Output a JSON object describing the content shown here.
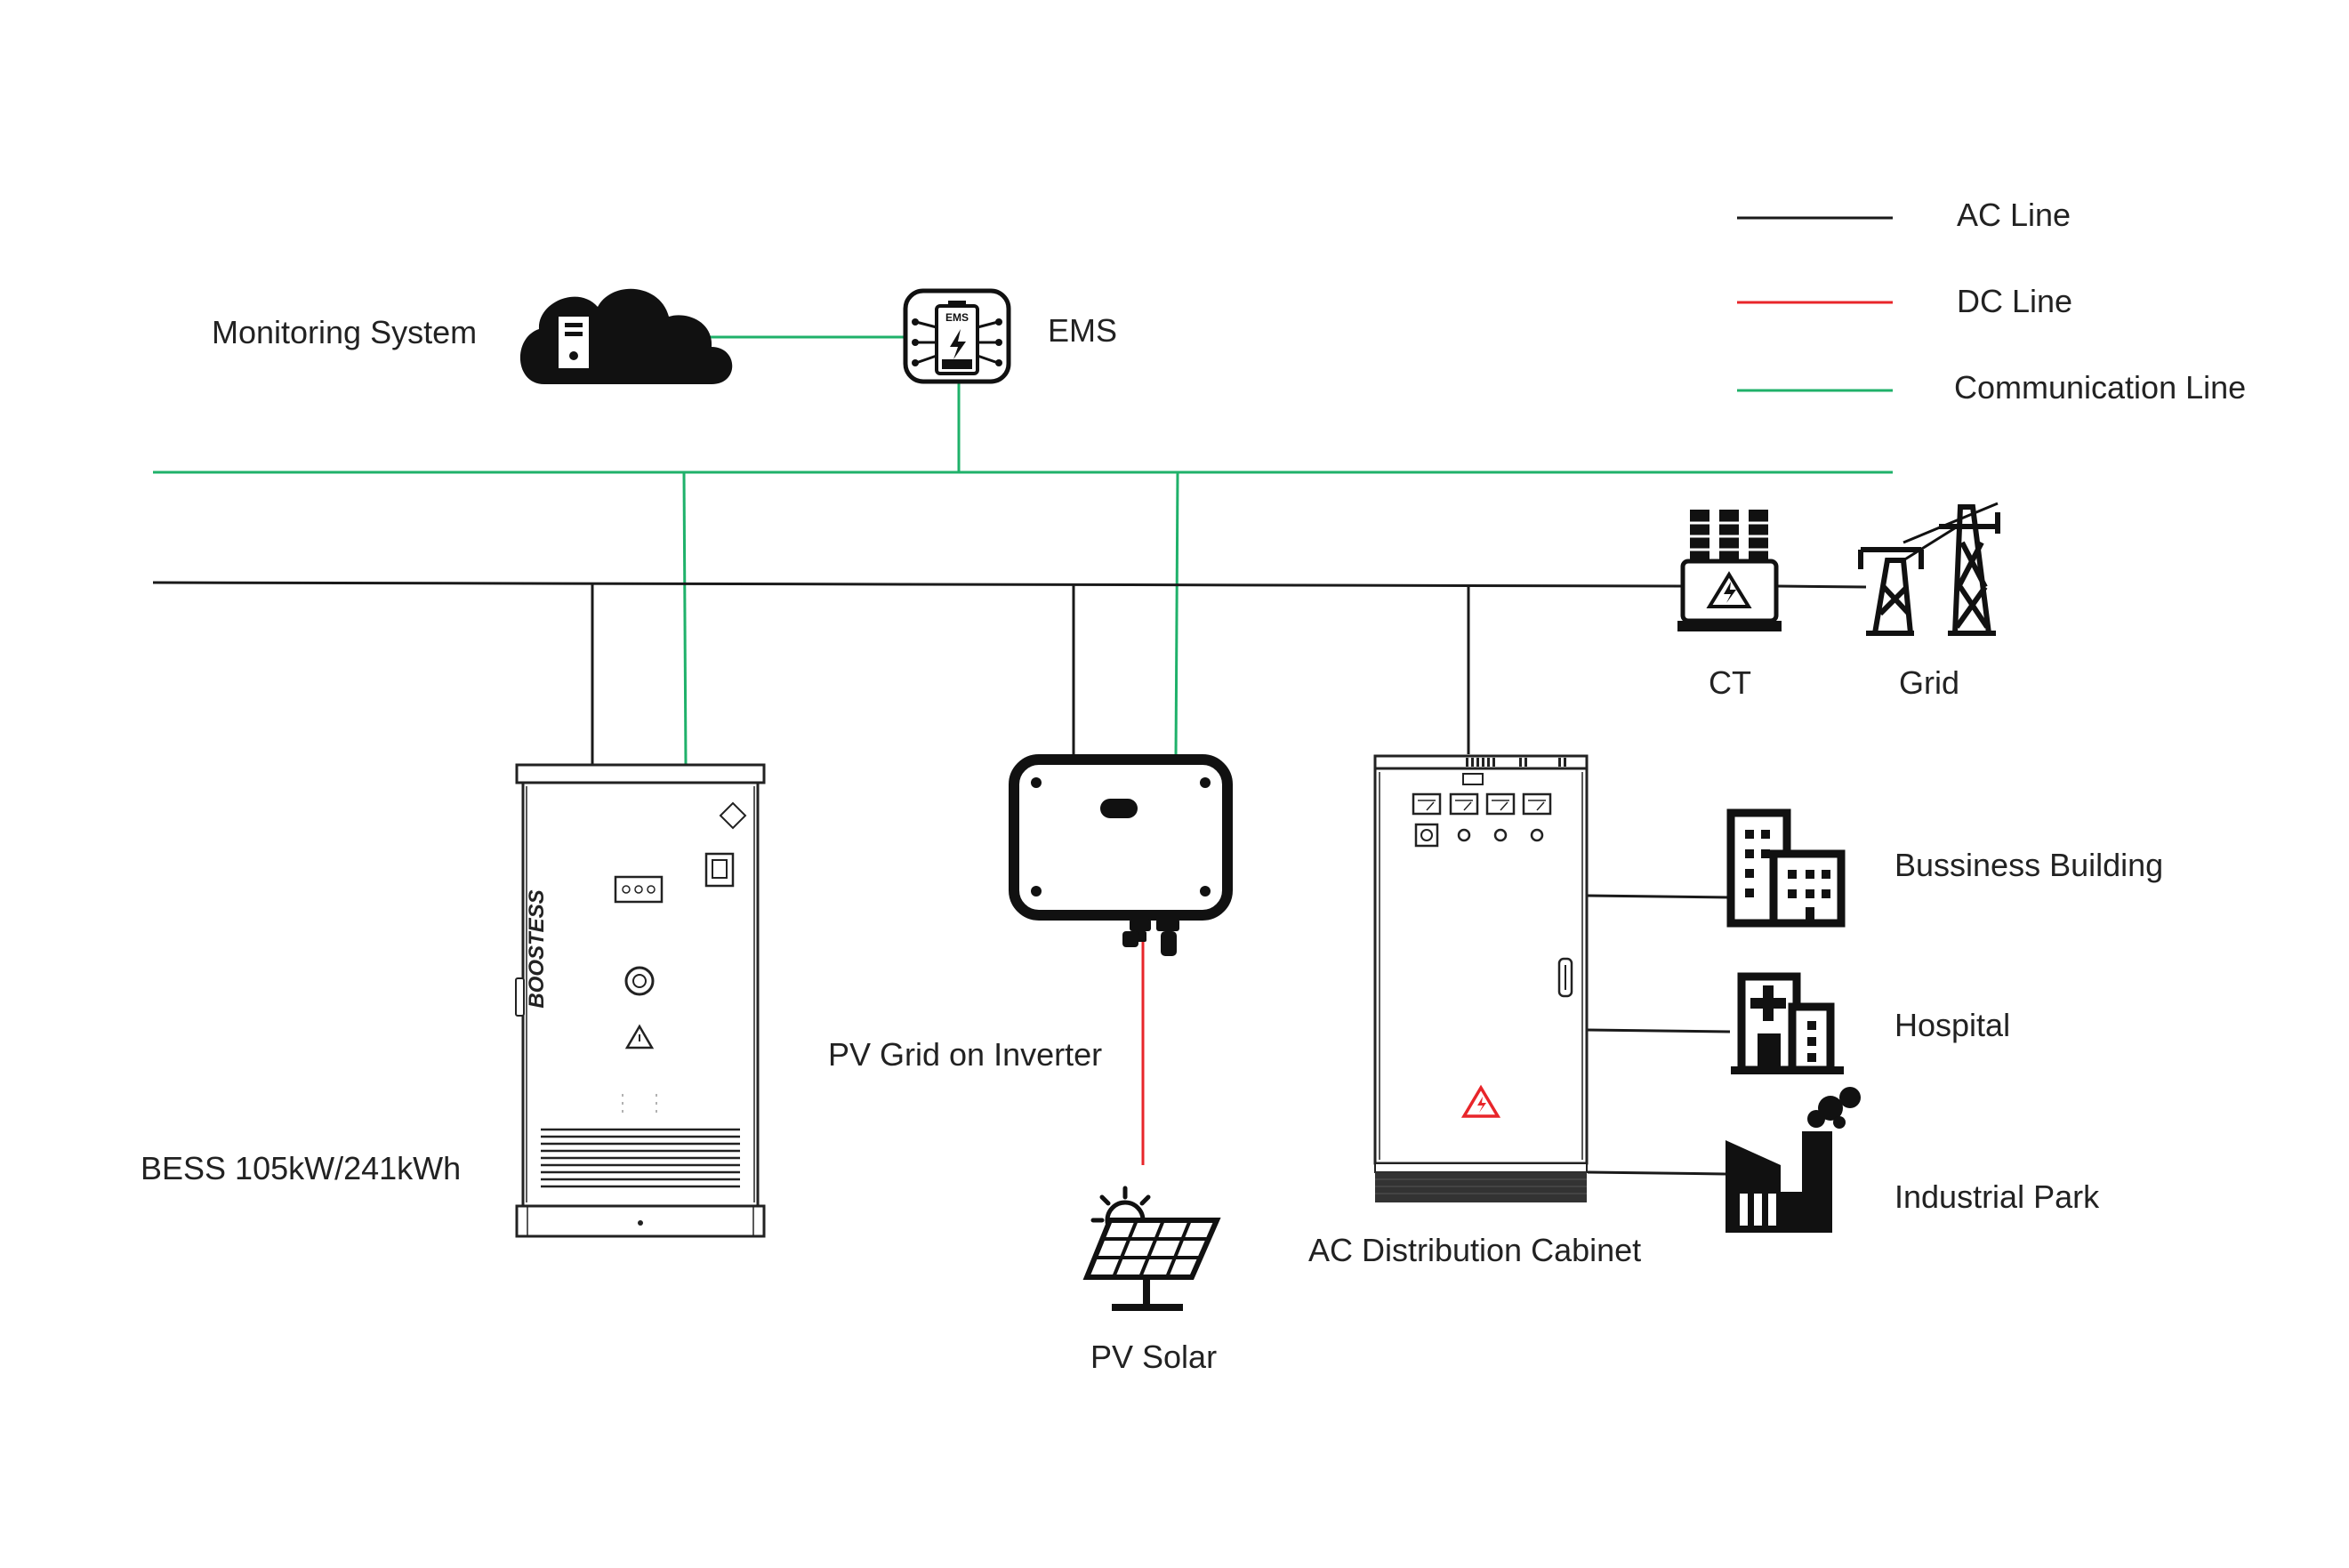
{
  "colors": {
    "ac": "#1a1a1a",
    "dc": "#e8252a",
    "comm": "#1fb16a",
    "text": "#222222"
  },
  "legend": [
    {
      "label": "AC Line",
      "line": "ac"
    },
    {
      "label": "DC Line",
      "line": "dc"
    },
    {
      "label": "Communication Line",
      "line": "comm"
    }
  ],
  "nodes": {
    "monitoring": "Monitoring System",
    "ems": "EMS",
    "ct": "CT",
    "grid": "Grid",
    "bess": "BESS 105kW/241kWh",
    "inverter": "PV Grid on Inverter",
    "pv_solar": "PV Solar",
    "ac_cabinet": "AC Distribution Cabinet",
    "business": "Bussiness Building",
    "hospital": "Hospital",
    "industrial": "Industrial Park"
  },
  "ems_icon_text": "EMS",
  "bess_brand": "BOOSTESS"
}
